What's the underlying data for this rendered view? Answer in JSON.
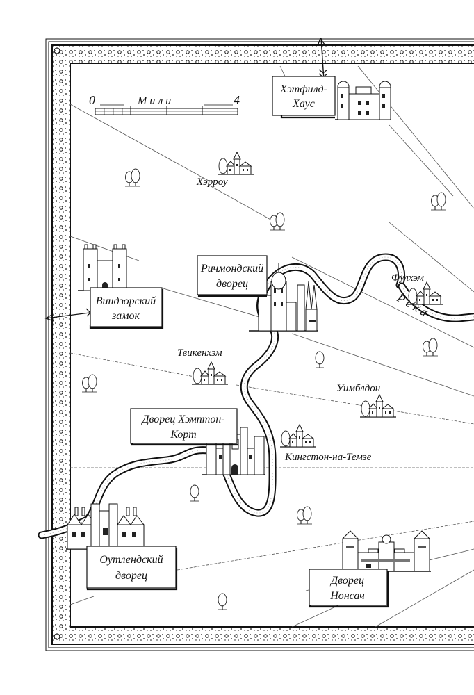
{
  "map": {
    "title": "Map of Tudor palaces near London",
    "scale_bar": {
      "start_label": "0",
      "unit_label": "М и л и",
      "end_label": "4"
    },
    "river_label": "Р е к а",
    "places": {
      "hatfield": {
        "line1": "Хэтфилд-",
        "line2": "Хаус"
      },
      "windsor": {
        "line1": "Виндзорский",
        "line2": "замок"
      },
      "richmond": {
        "line1": "Ричмондский",
        "line2": "дворец"
      },
      "hampton": {
        "line1": "Дворец Хэмптон-",
        "line2": "Корт"
      },
      "oatlands": {
        "line1": "Оутлендский",
        "line2": "дворец"
      },
      "nonsuch": {
        "line1": "Дворец",
        "line2": "Нонсач"
      }
    },
    "towns": {
      "harrow": "Хэрроу",
      "fulham": "Фулхэм",
      "twickenham": "Твикенхэм",
      "wimbledon": "Уимблдон",
      "kingston": "Кингстон-на-Темзе"
    }
  }
}
